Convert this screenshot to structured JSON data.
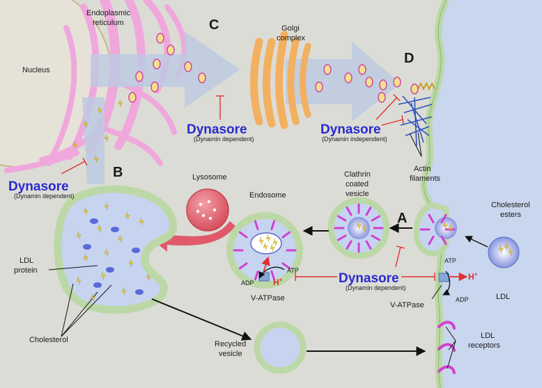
{
  "labels": {
    "nucleus": "Nucleus",
    "er_line1": "Endoplasmic",
    "er_line2": "reticulum",
    "golgi_line1": "Golgi",
    "golgi_line2": "complex",
    "lysosome": "Lysosome",
    "endosome": "Endosome",
    "clathrin_line1": "Clathrin",
    "clathrin_line2": "coated",
    "clathrin_line3": "vesicle",
    "actin_line1": "Actin",
    "actin_line2": "filaments",
    "chol_esters_line1": "Cholesterol",
    "chol_esters_line2": "esters",
    "ldl": "LDL",
    "ldl_protein_line1": "LDL",
    "ldl_protein_line2": "protein",
    "cholesterol": "Cholesterol",
    "recycled_line1": "Recycled",
    "recycled_line2": "vesicle",
    "ldl_receptors_line1": "LDL",
    "ldl_receptors_line2": "receptors",
    "vatpase_left": "V-ATPase",
    "vatpase_right": "V-ATPase",
    "atp_left": "ATP",
    "adp_left": "ADP",
    "atp_right": "ATP",
    "adp_right": "ADP",
    "hplus": "H",
    "hplus_sup": "+"
  },
  "letters": {
    "a": "A",
    "b": "B",
    "c": "C",
    "d": "D"
  },
  "dynasore": {
    "name": "Dynasore",
    "dependent": "(Dynamin  dependent)",
    "independent": "(Dynamin  independent)"
  },
  "colors": {
    "background": "#dedede",
    "cytoplasm": "#dcdcd6",
    "extracellular": "#c8d6ee",
    "membrane": "#bcd8a6",
    "membrane_edge": "#8cb476",
    "er_pink": "#f0a8dc",
    "golgi_orange": "#f2b060",
    "lysosome_red": "#e05a6a",
    "arrow_blue": "#bccbe2",
    "dynasore_blue": "#2a2ad0",
    "inhibit_red": "#e03030",
    "receptor_magenta": "#d040d0",
    "actin_blue": "#3050c0"
  }
}
